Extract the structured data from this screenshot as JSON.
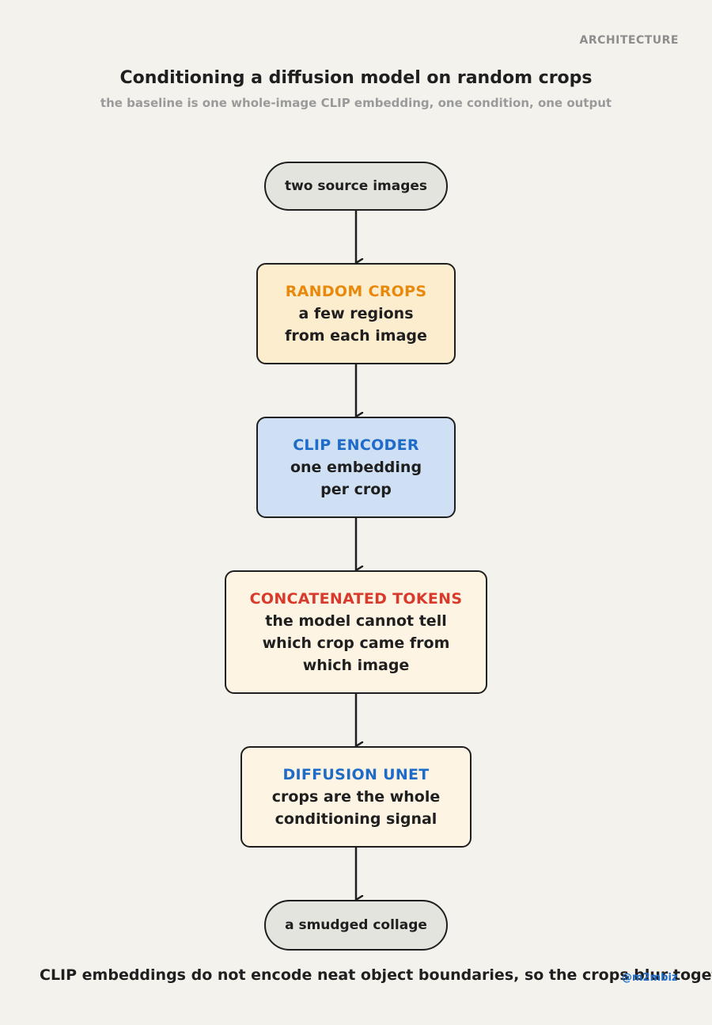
{
  "header": {
    "section_tag": "ARCHITECTURE",
    "title": "Conditioning a diffusion model on random crops",
    "subtitle": "the baseline is one whole-image CLIP embedding, one condition, one output"
  },
  "colors": {
    "background": "#f4f2ed",
    "ink": "#1f1f1f",
    "orange_accent": "#e8890c",
    "blue_accent": "#1e6cc7",
    "red_accent": "#d93a2b",
    "cream_fill": "#fdf4e3",
    "peach_fill": "#fdedcf",
    "blue_fill": "#cfdff4",
    "pill_fill": "#e4e4df"
  },
  "nodes": {
    "source": {
      "label": "two source images"
    },
    "crops": {
      "heading": "RANDOM CROPS",
      "line1": "a few regions",
      "line2": "from each image"
    },
    "clip": {
      "heading": "CLIP ENCODER",
      "line1": "one embedding",
      "line2": "per crop"
    },
    "tokens": {
      "heading": "CONCATENATED TOKENS",
      "line1": "the model cannot tell",
      "line2": "which crop came from",
      "line3": "which image"
    },
    "unet": {
      "heading": "DIFFUSION UNET",
      "line1": "crops are the whole",
      "line2": "conditioning signal"
    },
    "output": {
      "label": "a smudged collage"
    }
  },
  "footer": {
    "caption": "CLIP embeddings do not encode neat object boundaries, so the crops blur together",
    "handle": "@m2mbiz"
  }
}
